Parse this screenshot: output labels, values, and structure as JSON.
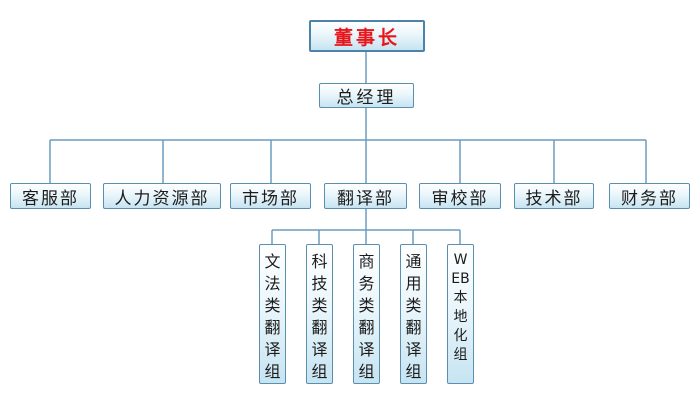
{
  "chairman": "董事长",
  "general_manager": "总经理",
  "departments": [
    "客服部",
    "人力资源部",
    "市场部",
    "翻译部",
    "审校部",
    "技术部",
    "财务部"
  ],
  "translation_groups": [
    "文法类翻译组",
    "科技类翻译组",
    "商务类翻译组",
    "通用类翻译组",
    "WEB本地化组"
  ],
  "colors": {
    "line": "#6a9cbf",
    "box_border": "#5b8fb0",
    "chairman_text": "#e8151b",
    "text": "#1c1c1c"
  }
}
